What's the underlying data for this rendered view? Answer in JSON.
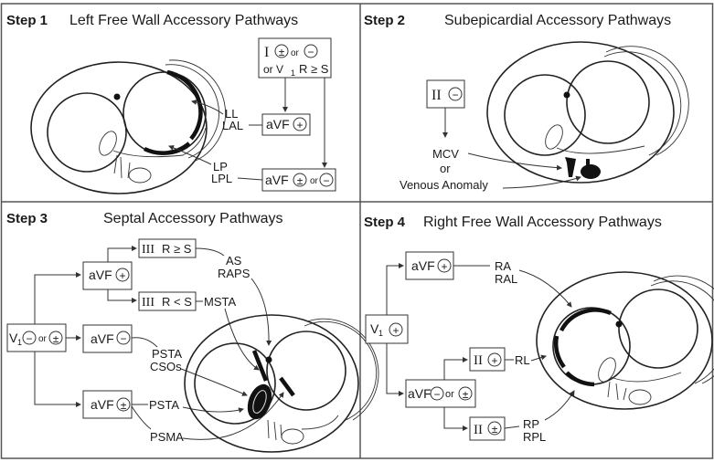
{
  "panels": [
    {
      "step": "Step 1",
      "title": "Left Free Wall Accessory Pathways",
      "criteria": {
        "lead_I": "I",
        "or1": "or",
        "or2": "or V",
        "v_sub": "1",
        "rs": "R ≥ S"
      },
      "boxes": [
        {
          "lead": "aVF",
          "polarity": "+"
        },
        {
          "lead": "aVF",
          "polarity": "±",
          "or": "or",
          "polarity2": "−"
        }
      ],
      "labels": [
        [
          "LL",
          "LAL"
        ],
        [
          "LP",
          "LPL"
        ]
      ]
    },
    {
      "step": "Step 2",
      "title": "Subepicardial Accessory Pathways",
      "criteria": {
        "lead": "II",
        "polarity": "−"
      },
      "labels": [
        "MCV",
        "or",
        "Venous Anomaly"
      ]
    },
    {
      "step": "Step 3",
      "title": "Septal Accessory Pathways",
      "start": {
        "lead": "V",
        "sub": "1",
        "polarity": "−",
        "or": "or",
        "polarity2": "±"
      },
      "boxes": [
        {
          "lead": "aVF",
          "polarity": "+"
        },
        {
          "lead": "aVF",
          "polarity": "−"
        },
        {
          "lead": "aVF",
          "polarity": "±"
        },
        {
          "lead": "III",
          "rs": "R ≥ S"
        },
        {
          "lead": "III",
          "rs": "R < S"
        }
      ],
      "labels": {
        "as": [
          "AS",
          "RAPS"
        ],
        "msta": "MSTA",
        "psta_cso": [
          "PSTA",
          "CSOs"
        ],
        "psta": "PSTA",
        "psma": "PSMA"
      }
    },
    {
      "step": "Step 4",
      "title": "Right Free Wall Accessory Pathways",
      "start": {
        "lead": "V",
        "sub": "1",
        "polarity": "+"
      },
      "boxes": [
        {
          "lead": "aVF",
          "polarity": "+"
        },
        {
          "lead": "aVF",
          "polarity": "−",
          "or": "or",
          "polarity2": "±"
        },
        {
          "lead": "II",
          "polarity": "+"
        },
        {
          "lead": "II",
          "polarity": "±"
        }
      ],
      "labels": {
        "ra": [
          "RA",
          "RAL"
        ],
        "rl": "RL",
        "rp": [
          "RP",
          "RPL"
        ]
      }
    }
  ]
}
